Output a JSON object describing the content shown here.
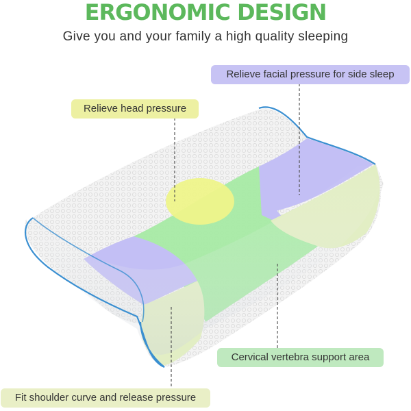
{
  "header": {
    "title": "ERGONOMIC DESIGN",
    "subtitle": "Give you and your family a high quality sleeping"
  },
  "callouts": {
    "facial": "Relieve facial pressure for side sleep",
    "head": "Relieve head pressure",
    "cervical": "Cervical vertebra support area",
    "shoulder": "Fit shoulder curve and release pressure"
  },
  "colors": {
    "title_green": "#5cb85c",
    "pillow_white": "#f2f2f2",
    "piping_blue": "#3a8fd1",
    "zone_green": "#a6eaa4",
    "zone_purple": "#c3bff5",
    "zone_yellow": "#eef48a",
    "zone_lime": "#e2eec4"
  },
  "icons": [
    "pillow-illustration"
  ]
}
